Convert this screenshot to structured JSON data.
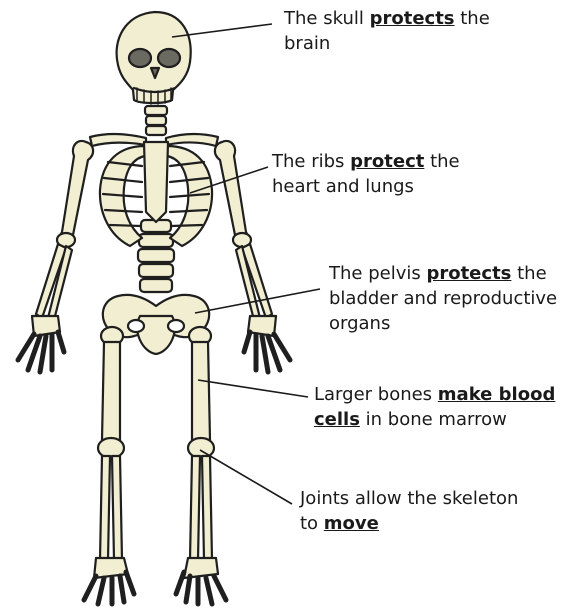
{
  "colors": {
    "bone_fill": "#f2eed1",
    "bone_outline": "#1f1f1f",
    "text": "#1a1a1a",
    "pointer": "#1a1a1a"
  },
  "labels": {
    "skull": {
      "pre": "The skull ",
      "key": "protects",
      "post": " the",
      "line2": "brain"
    },
    "ribs": {
      "pre": "The ribs ",
      "key": "protect",
      "post": " the",
      "line2": "heart and lungs"
    },
    "pelvis": {
      "pre": "The pelvis ",
      "key": "protects",
      "post": " the",
      "line2": "bladder and reproductive",
      "line3": "organs"
    },
    "bones": {
      "pre": "Larger bones ",
      "key": "make blood",
      "key2": "cells",
      "post2": " in bone marrow"
    },
    "joints": {
      "pre": "Joints allow the skeleton",
      "line2_pre": "to ",
      "key": "move"
    }
  }
}
